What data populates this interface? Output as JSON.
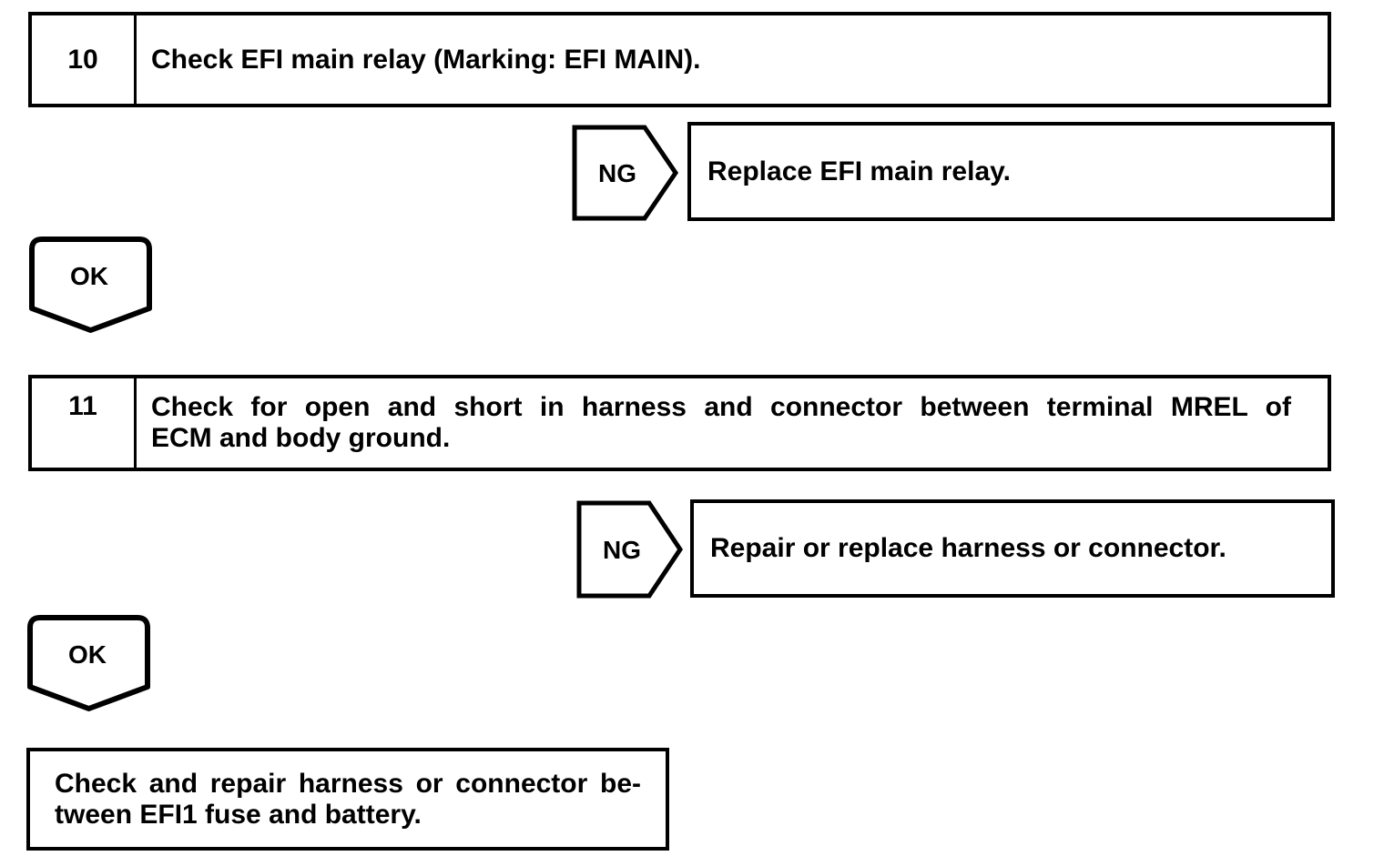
{
  "page": {
    "ink_color": "#000000",
    "paper_color": "#ffffff"
  },
  "flowchart": {
    "steps": [
      {
        "number": "10",
        "instruction_lines": [
          "Check EFI main relay (Marking: EFI MAIN)."
        ],
        "ng": {
          "label": "NG",
          "action": "Replace EFI main relay."
        },
        "ok": {
          "label": "OK"
        }
      },
      {
        "number": "11",
        "instruction_lines": [
          "Check for open and short in harness and connector between terminal MREL of",
          "ECM and body ground."
        ],
        "ng": {
          "label": "NG",
          "action": "Repair or replace harness or connector."
        },
        "ok": {
          "label": "OK"
        }
      }
    ],
    "terminal_lines": [
      "Check and repair harness or connector be-",
      "tween EFI1 fuse and battery."
    ]
  }
}
